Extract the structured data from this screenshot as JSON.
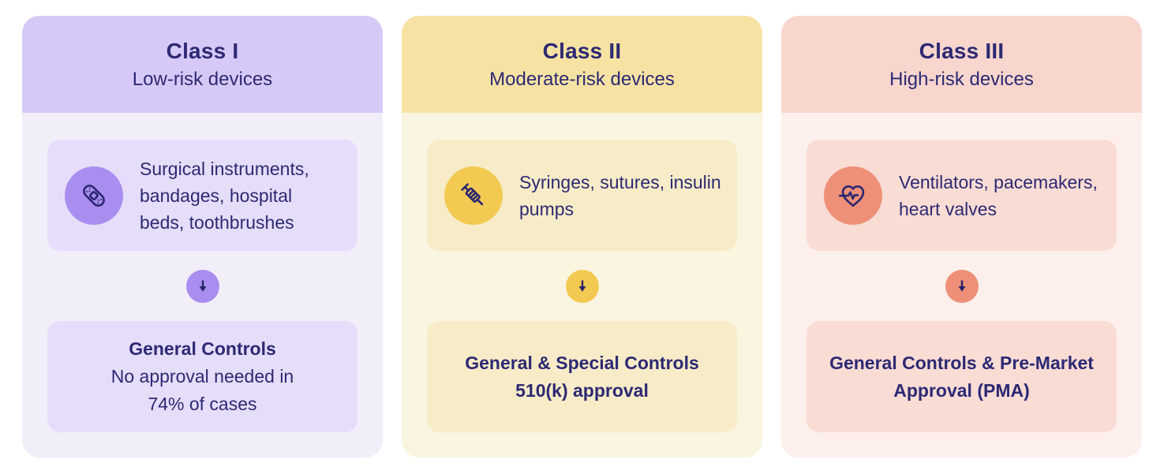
{
  "page": {
    "background": "#ffffff",
    "text_color": "#2d2973"
  },
  "columns": [
    {
      "id": "class-1",
      "title": "Class I",
      "subtitle": "Low-risk devices",
      "icon": "bandage-icon",
      "examples": "Surgical instruments,\nbandages,  hospital\nbeds, toothbrushes",
      "arrow_icon": "down-arrow-icon",
      "approval_bold": "General Controls",
      "approval_regular": "No approval needed in\n74% of cases",
      "colors": {
        "header": "#d7c9f7",
        "body": "#f1eefa",
        "box": "#e5ddf9",
        "accent": "#a98ef0"
      }
    },
    {
      "id": "class-2",
      "title": "Class II",
      "subtitle": "Moderate-risk devices",
      "icon": "syringe-icon",
      "examples": "Syringes, sutures, insulin\npumps",
      "arrow_icon": "down-arrow-icon",
      "approval_bold": "General & Special Controls\n510(k) approval",
      "approval_regular": "",
      "colors": {
        "header": "#f6e3a3",
        "body": "#faf5e0",
        "box": "#f7ecc7",
        "accent": "#f2ca52"
      }
    },
    {
      "id": "class-3",
      "title": "Class III",
      "subtitle": "High-risk devices",
      "icon": "heart-pulse-icon",
      "examples": "Ventilators, pacemakers,\nheart valves",
      "arrow_icon": "down-arrow-icon",
      "approval_bold": "General Controls & Pre-Market\nApproval (PMA)",
      "approval_regular": "",
      "colors": {
        "header": "#f8d6ce",
        "body": "#fdf0ec",
        "box": "#f9dcd4",
        "accent": "#ee9078"
      }
    }
  ]
}
